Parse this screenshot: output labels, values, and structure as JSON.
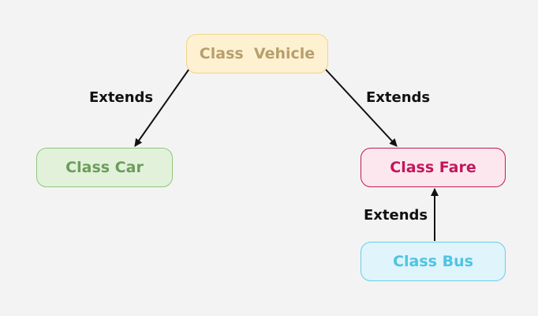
{
  "diagram": {
    "nodes": {
      "vehicle": "Class  Vehicle",
      "car": "Class Car",
      "fare": "Class Fare",
      "bus": "Class Bus"
    },
    "edges": [
      {
        "from": "vehicle",
        "to": "car",
        "label": "Extends"
      },
      {
        "from": "vehicle",
        "to": "fare",
        "label": "Extends"
      },
      {
        "from": "bus",
        "to": "fare",
        "label": "Extends"
      }
    ],
    "colors": {
      "background": "#f3f3f3",
      "vehicle": "#f0d489",
      "car": "#92c57d",
      "fare": "#c2185b",
      "bus": "#69cfe8",
      "arrow": "#111111"
    }
  }
}
